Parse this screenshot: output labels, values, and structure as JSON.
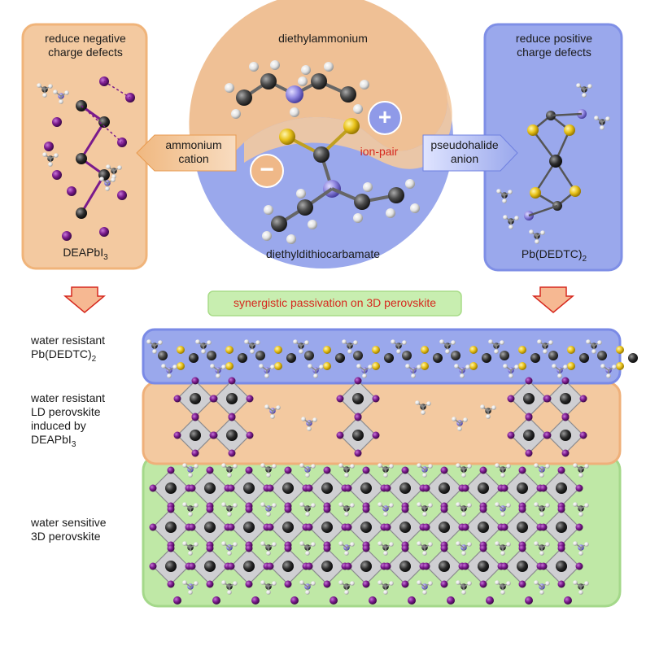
{
  "top": {
    "left_panel": {
      "title_line1": "reduce negative",
      "title_line2": "charge defects",
      "caption": "DEAPbI",
      "caption_sub": "3"
    },
    "right_panel": {
      "title_line1": "reduce positive",
      "title_line2": "charge defects",
      "caption": "Pb(DEDTC)",
      "caption_sub": "2"
    },
    "center": {
      "cation_name": "diethylammonium",
      "anion_name": "diethyldithiocarbamate",
      "ion_pair": "ion-pair",
      "plus_symbol": "+",
      "minus_symbol": "−"
    },
    "left_arrow": {
      "line1": "ammonium",
      "line2": "cation"
    },
    "right_arrow": {
      "line1": "pseudohalide",
      "line2": "anion"
    }
  },
  "banner": "synergistic passivation on 3D perovskite",
  "layers": {
    "top_layer": {
      "line1": "water resistant",
      "line2": "Pb(DEDTC)",
      "line2_sub": "2"
    },
    "middle_layer": {
      "line1": "water resistant",
      "line2": "LD perovskite",
      "line3": "induced by",
      "line4": "DEAPbI",
      "line4_sub": "3"
    },
    "bottom_layer": {
      "line1": "water sensitive",
      "line2": "3D perovskite"
    }
  },
  "colors": {
    "orange_panel": "#f3c9a0",
    "blue_panel": "#9aa8ec",
    "green_panel": "#bfe8a6",
    "octahedron": "#c9c9cc",
    "iodide": "#7a1a8c",
    "lead": "#2b2b2b",
    "sulfur": "#e8c21a",
    "nitrogen": "#8f86e0",
    "carbon": "#4a4a4a",
    "hydrogen": "#eeeeee",
    "accent_red": "#d6281e"
  }
}
